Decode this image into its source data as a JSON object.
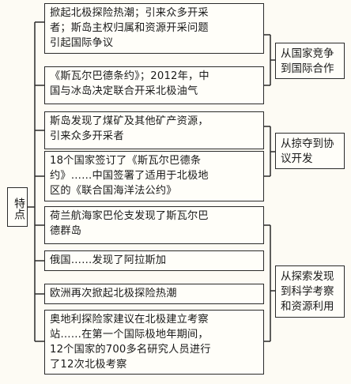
{
  "root_label": "特点",
  "categories": [
    "从国家竞争\n到国际合作",
    "从掠夺到协\n议开发",
    "从探索发现\n到科学考察\n和资源利用"
  ],
  "items": [
    "掀起北极探险热潮；引来众多开采\n者；斯岛主权归属和资源开采问题\n引起国际争议",
    "《斯瓦尔巴德条约》；2012年，中\n国与冰岛决定联合开采北极油气",
    "斯岛发现了煤矿及其他矿产资源，\n引来众多开采者",
    "18个国家签订了《斯瓦尔巴德条\n约》……中国签署了适用于北极地\n区的《联合国海洋法公约》",
    "荷兰航海家巴伦支发现了斯瓦尔巴\n德群岛",
    "俄国……发现了阿拉斯加",
    "欧洲再次掀起北极探险热潮",
    "奥地利探险家建议在北极建立考察\n站……在第一个国际极地年期间，\n12个国家的700多名研究人员进行\n了12次北极考察"
  ]
}
